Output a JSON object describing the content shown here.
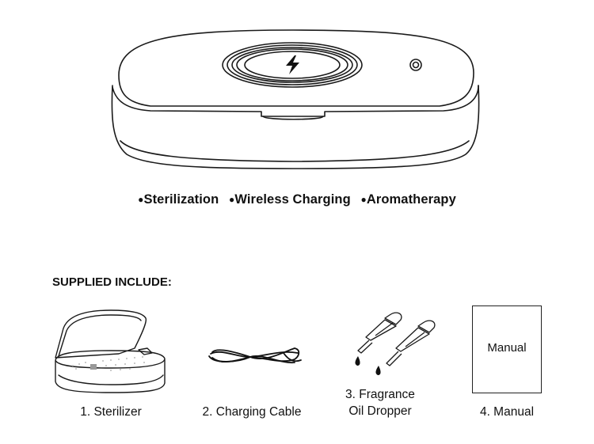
{
  "features": [
    "Sterilization",
    "Wireless Charging",
    "Aromatherapy"
  ],
  "feature_bullet": "●",
  "supplied_title": "SUPPLIED INCLUDE:",
  "items": [
    {
      "label": "1. Sterilizer"
    },
    {
      "label": "2. Charging Cable"
    },
    {
      "label_line1": "3. Fragrance",
      "label_line2": "Oil Dropper"
    },
    {
      "label": "4. Manual",
      "box_text": "Manual"
    }
  ]
}
